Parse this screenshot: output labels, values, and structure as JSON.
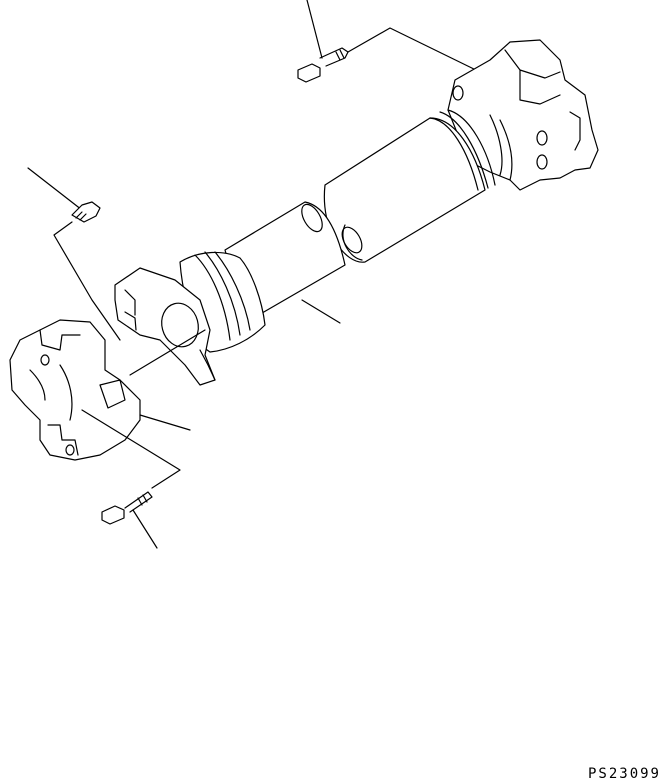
{
  "diagram": {
    "type": "exploded parts diagram",
    "subject": "drive shaft assembly",
    "drawing_code": "PS23099",
    "colors": {
      "line": "#000000",
      "background": "#ffffff"
    },
    "parts": [
      {
        "name": "bolt-upper",
        "label_line": true
      },
      {
        "name": "rear-yoke-with-universal-joint",
        "label_line": false
      },
      {
        "name": "rear-shaft-tube",
        "label_line": false
      },
      {
        "name": "front-shaft-tube",
        "label_line": true
      },
      {
        "name": "front-yoke",
        "label_line": false
      },
      {
        "name": "grease-nipple",
        "label_line": true
      },
      {
        "name": "spider-universal-joint",
        "label_line": true
      },
      {
        "name": "bolt-lower",
        "label_line": true
      }
    ]
  }
}
